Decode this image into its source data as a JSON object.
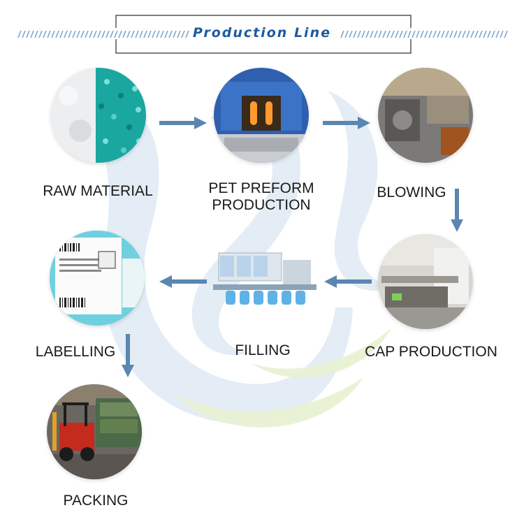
{
  "header": {
    "title": "Production Line"
  },
  "colors": {
    "title": "#1e5aa0",
    "arrow": "#5a86b0",
    "watermark_blue": "#c9dcec",
    "watermark_green": "#e3efc4"
  },
  "steps": [
    {
      "label": "RAW MATERIAL",
      "icon": "plastic-pellets-photo"
    },
    {
      "label_line1": "PET PREFORM",
      "label_line2": "PRODUCTION",
      "icon": "preform-machine-photo"
    },
    {
      "label": "BLOWING",
      "icon": "blowing-machine-photo"
    },
    {
      "label": "CAP PRODUCTION",
      "icon": "cap-factory-photo"
    },
    {
      "label": "FILLING",
      "icon": "filling-machine-photo"
    },
    {
      "label": "LABELLING",
      "icon": "label-rolls-photo"
    },
    {
      "label": "PACKING",
      "icon": "forklift-warehouse-photo"
    }
  ]
}
